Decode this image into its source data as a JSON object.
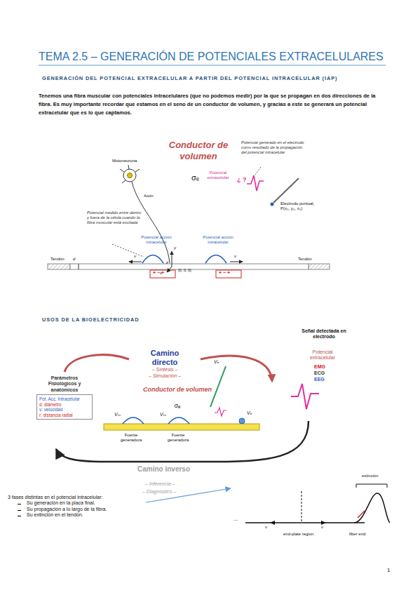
{
  "diagram": {
    "title": "TEMA 2.5 – GENERACIÓN DE POTENCIALES EXTRACELULARES",
    "nodes": [
      {
        "text": [
          "GENERACIÓN DEL POTENCIAL EXTRACELULAR A PARTIR DEL POTENCIAL INTRACELULAR (IAP)"
        ]
      },
      {
        "text": [
          "Conductor de volumen",
          "σₑ"
        ]
      },
      {
        "text": [
          "Potencial generado en el electrodo como resultado de la propagación del potencial intracelular"
        ],
        "in": 1
      },
      {
        "text": [
          "Potencial medido entre dentro y fuera de la célula cuando la fibra muscular está excitada"
        ],
        "in": 1
      },
      {
        "text": [
          "USOS DE LA BIOELECTRICIDAD"
        ]
      },
      {
        "text": [
          "Camino directo",
          "– Síntesis –",
          "– Simulación –"
        ]
      },
      {
        "text": [
          "Parámetros Fisiológicos y anatómicos",
          "Pot. Acc. Intracelular",
          "d: diámetro",
          "v: velocidad",
          "r: distancia radial"
        ]
      },
      {
        "text": [
          "Conductor de volumen",
          "σₑ"
        ]
      },
      {
        "text": [
          "3 fases distintas en el potencial intracelular:",
          "Su generación en la placa final.",
          "Su propagación a lo largo de la fibra.",
          "Su extinción en el tendón."
        ]
      },
      {
        "text": [
          "...",
          "extinción",
          "v",
          "v",
          "end-plate region",
          "fiber end"
        ]
      }
    ],
    "edges": [
      {
        "from": 8,
        "to": 9,
        "arrow": "to"
      }
    ],
    "labels": [
      "Tenemos una fibra muscular con potenciales intracelulares (que no podemos medir) por la que se propagan en dos direcciones de la fibra. Es muy importante recordar que estamos en el seno de un conductor de volumen, y gracias a este se generará un potencial extracelular que es lo que captamos.",
      "Motoneurona",
      "Axón",
      "Potencial extracelular",
      "¿ ?",
      "Electrodo puntual, P(x₀, y₀, z₀)",
      "Potencial acción intracelular",
      "Potencial acción intracelular",
      "Tendón",
      "Tendón",
      "d",
      "v",
      "v",
      "y",
      "x",
      "z",
      "(0, 0, 0)",
      "+ − +",
      "+ − +",
      "Señal detectada en electrodo",
      "Potencial extracelular",
      "EMG",
      "ECG",
      "EEG",
      "Vₑ",
      "Vₑ",
      "Vₘ",
      "Vₘ",
      "Fuente generadora",
      "Fuente generadora",
      "Camino inverso",
      "– Inferencia –",
      "– Diagnóstico –",
      "1"
    ]
  }
}
